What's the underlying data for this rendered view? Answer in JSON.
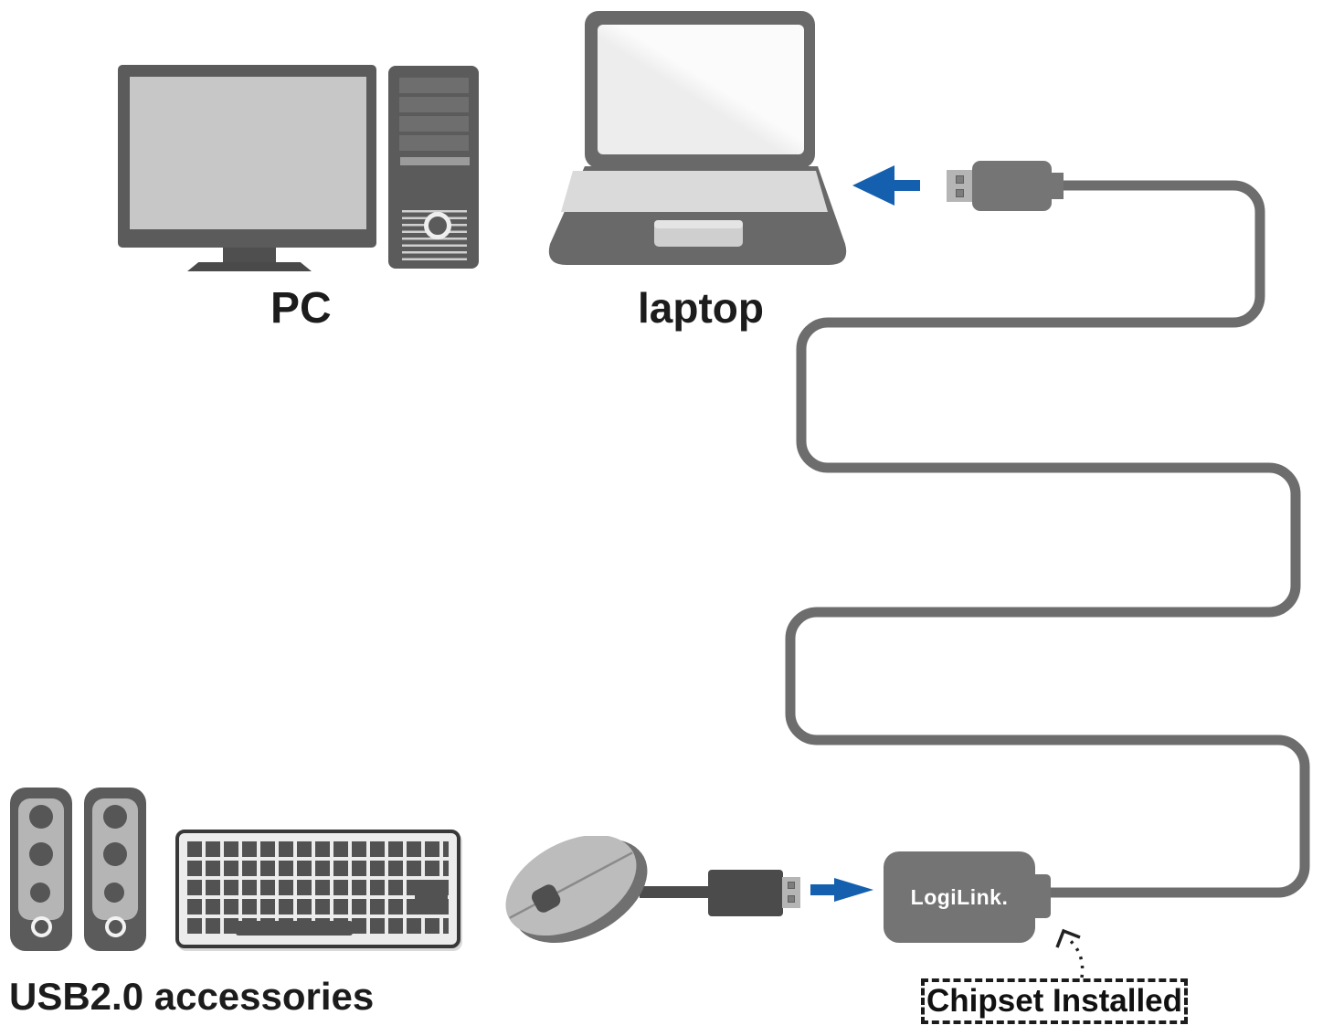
{
  "page": {
    "title": "USB 2.0 active extension cable connection diagram",
    "background": "#ffffff"
  },
  "labels": {
    "pc": "PC",
    "laptop": "laptop",
    "accessories": "USB2.0 accessories",
    "chipset_badge": "Chipset Installed",
    "brand": "LogiLink."
  },
  "colors": {
    "device_gray": "#5b5b5b",
    "panel_gray": "#6e6e6e",
    "cable_gray": "#6d6d6d",
    "adapter_gray": "#747474",
    "metal_gray": "#b5b5b5",
    "screen_gray": "#c7c7c7",
    "key_gray": "#525252",
    "accent_blue": "#1560ae",
    "text_black": "#1c1c1c"
  },
  "icons": [
    "desktop-pc-icon",
    "laptop-icon",
    "usb-plug-icon",
    "usb-extension-cable-icon",
    "speaker-icon",
    "keyboard-icon",
    "mouse-icon",
    "usb-adapter-icon",
    "arrow-left-icon",
    "arrow-right-icon",
    "dashed-pointer-icon"
  ]
}
